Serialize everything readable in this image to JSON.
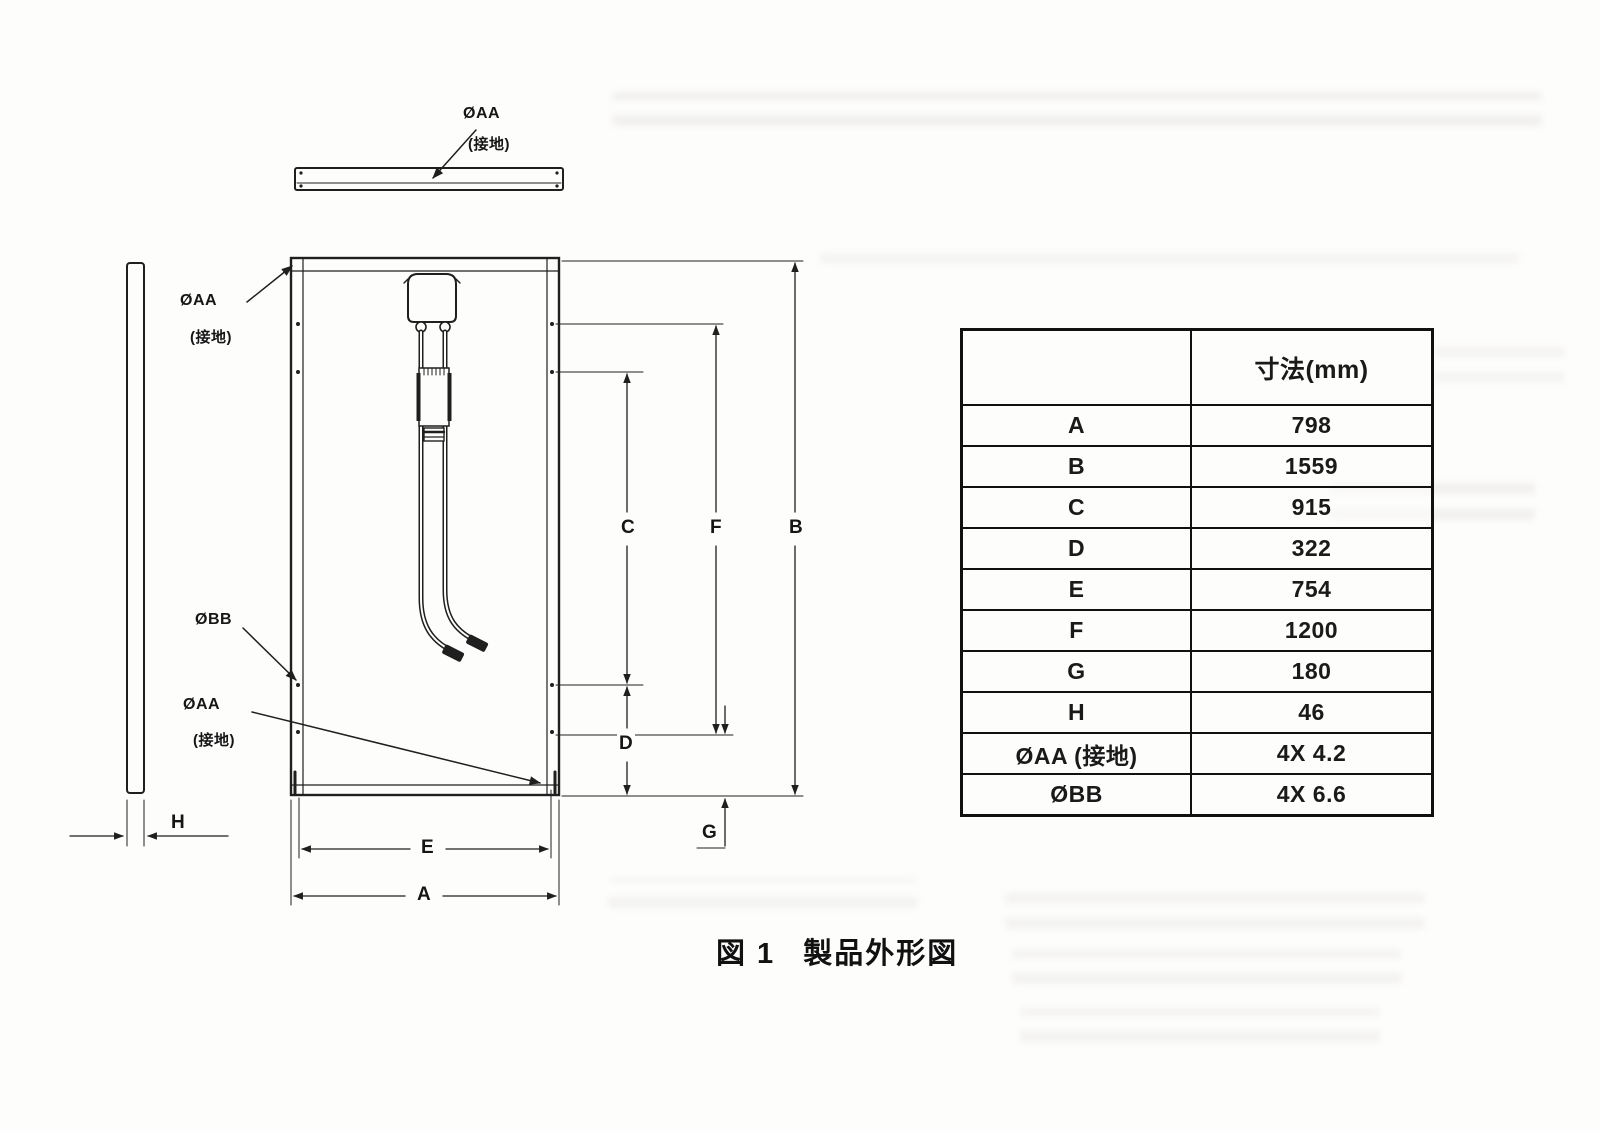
{
  "figure": {
    "caption_prefix": "図 1",
    "caption_title": "製品外形図"
  },
  "labels": {
    "phi_aa": "ØAA",
    "ground": "(接地)",
    "phi_bb": "ØBB"
  },
  "dims": {
    "a": "A",
    "b": "B",
    "c": "C",
    "d": "D",
    "e": "E",
    "f": "F",
    "g": "G",
    "h": "H"
  },
  "table": {
    "header": "寸法(mm)",
    "rows": [
      {
        "label": "A",
        "value": "798"
      },
      {
        "label": "B",
        "value": "1559"
      },
      {
        "label": "C",
        "value": "915"
      },
      {
        "label": "D",
        "value": "322"
      },
      {
        "label": "E",
        "value": "754"
      },
      {
        "label": "F",
        "value": "1200"
      },
      {
        "label": "G",
        "value": "180"
      },
      {
        "label": "H",
        "value": "46"
      },
      {
        "label": "ØAA (接地)",
        "value": "4X 4.2"
      },
      {
        "label": "ØBB",
        "value": "4X 6.6"
      }
    ]
  },
  "chart_data": {
    "type": "table",
    "title": "図1 製品外形図 寸法表",
    "categories": [
      "A",
      "B",
      "C",
      "D",
      "E",
      "F",
      "G",
      "H",
      "ØAA (接地)",
      "ØBB"
    ],
    "values": [
      "798",
      "1559",
      "915",
      "322",
      "754",
      "1200",
      "180",
      "46",
      "4X 4.2",
      "4X 6.6"
    ],
    "ylabel": "寸法(mm)"
  },
  "colors": {
    "line": "#1f1f1f",
    "paper": "#fdfdfc"
  }
}
